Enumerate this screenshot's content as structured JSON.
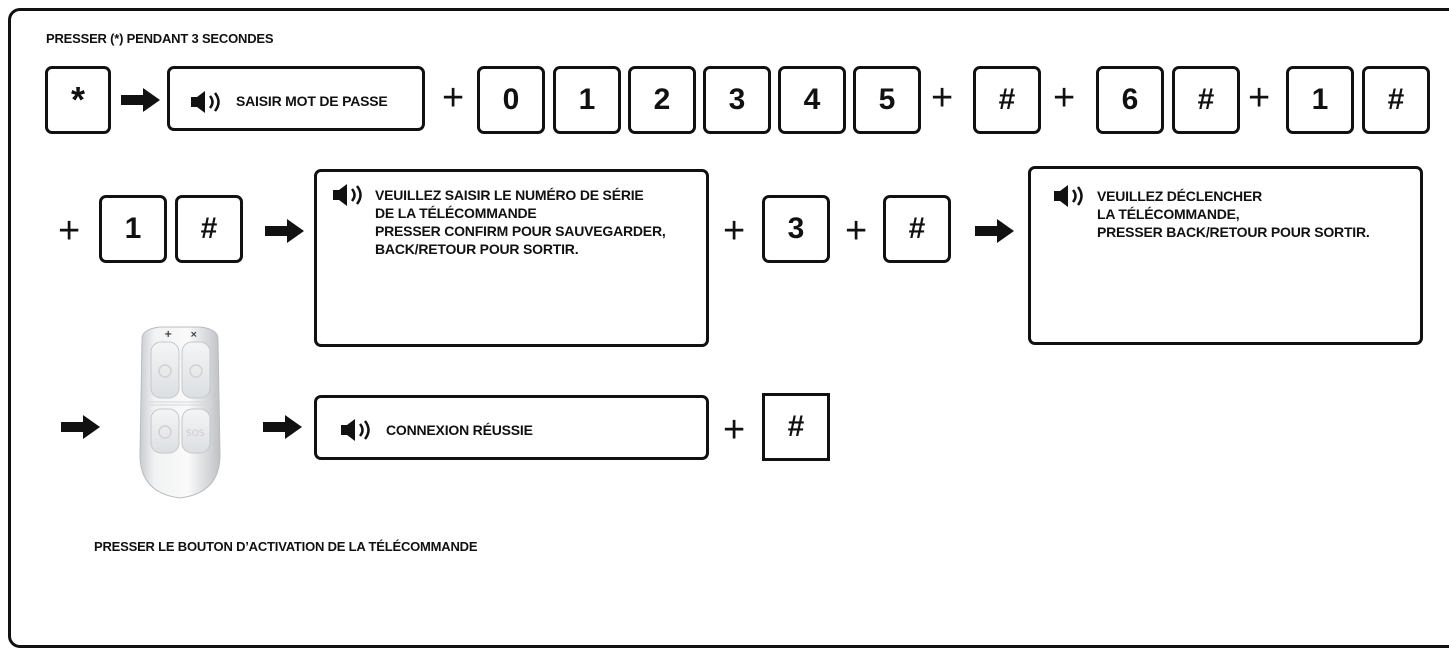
{
  "instruction_top": "PRESSER (*) PENDANT 3 SECONDES",
  "instruction_bottom": "PRESSER LE BOUTON D’ACTIVATION DE LA TÉLÉCOMMANDE",
  "row1": {
    "key_star": "*",
    "prompt_password": "SAISIR MOT DE PASSE",
    "keys": [
      "0",
      "1",
      "2",
      "3",
      "4",
      "5"
    ],
    "key_hash_a": "#",
    "key_6": "6",
    "key_hash_b": "#",
    "key_1": "1",
    "key_hash_c": "#",
    "plus": "+"
  },
  "row2": {
    "key_1": "1",
    "key_hash_a": "#",
    "prompt_serial": "VEUILLEZ SAISIR LE NUMÉRO DE SÉRIE\nDE LA TÉLÉCOMMANDE\nPRESSER CONFIRM POUR SAUVEGARDER,\nBACK/RETOUR POUR SORTIR.",
    "key_3": "3",
    "key_hash_b": "#",
    "prompt_trigger": "VEUILLEZ DÉCLENCHER\nLA TÉLÉCOMMANDE,\nPRESSER BACK/RETOUR POUR SORTIR.",
    "plus": "+"
  },
  "row3": {
    "remote_labels": [
      "SOS"
    ],
    "prompt_success": "CONNEXION RÉUSSIE",
    "key_hash": "#",
    "plus": "+"
  },
  "icons": {
    "speaker": "speaker-icon",
    "arrow": "right-arrow-icon",
    "remote": "remote-control"
  }
}
